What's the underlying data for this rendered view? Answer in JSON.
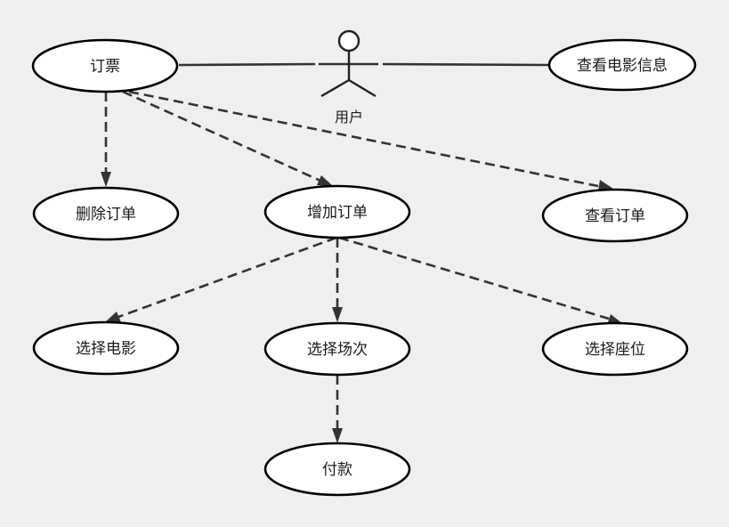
{
  "actor": {
    "label": "用户"
  },
  "use_cases": {
    "book_ticket": "订票",
    "view_movie_info": "查看电影信息",
    "delete_order": "删除订单",
    "add_order": "增加订单",
    "view_order": "查看订单",
    "select_movie": "选择电影",
    "select_showtime": "选择场次",
    "select_seat": "选择座位",
    "payment": "付款"
  },
  "colors": {
    "background": "#efefef",
    "ellipse_fill": "#ffffff",
    "ellipse_stroke": "#000000",
    "line": "#333333",
    "text": "#1a1a1a"
  }
}
